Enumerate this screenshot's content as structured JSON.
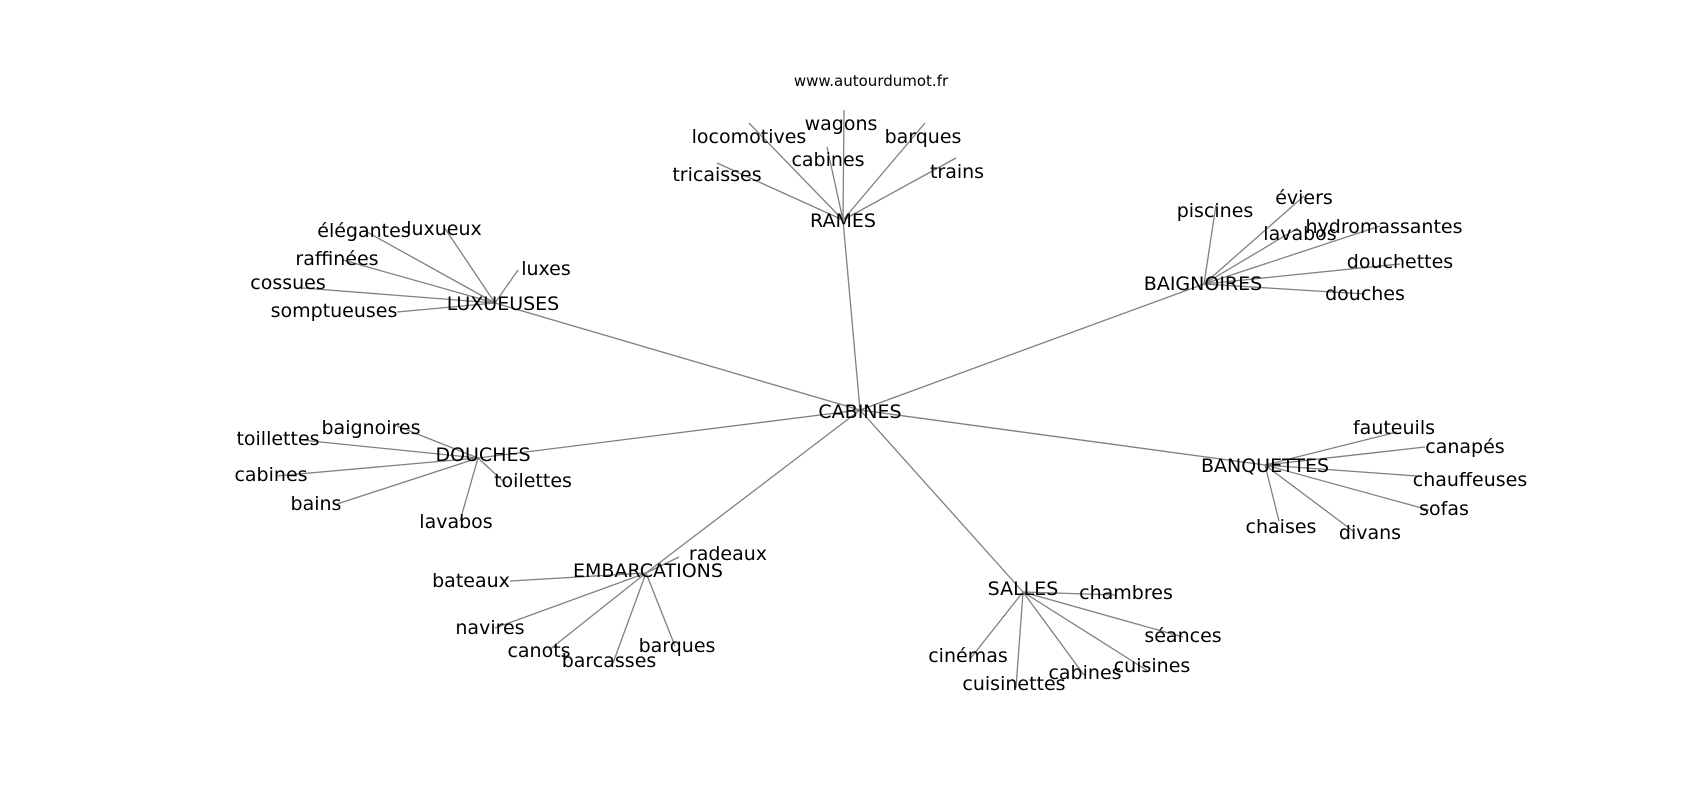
{
  "site": "www.autourdumot.fr",
  "colors": {
    "edge": "#808080",
    "text": "#000000",
    "background": "#ffffff"
  },
  "graph": {
    "center": "CABINES",
    "hubs": [
      {
        "id": "RAMES",
        "label": "RAMES",
        "leaves": [
          "locomotives",
          "wagons",
          "barques",
          "cabines",
          "tricaisses",
          "trains"
        ]
      },
      {
        "id": "BAIGNOIRES",
        "label": "BAIGNOIRES",
        "leaves": [
          "piscines",
          "éviers",
          "lavabos",
          "hydromassantes",
          "douchettes",
          "douches"
        ]
      },
      {
        "id": "LUXUEUSES",
        "label": "LUXUEUSES",
        "leaves": [
          "élégantes",
          "luxueux",
          "raffinées",
          "luxes",
          "cossues",
          "somptueuses"
        ]
      },
      {
        "id": "DOUCHES",
        "label": "DOUCHES",
        "leaves": [
          "baignoires",
          "toillettes",
          "cabines",
          "toilettes",
          "bains",
          "lavabos"
        ]
      },
      {
        "id": "BANQUETTES",
        "label": "BANQUETTES",
        "leaves": [
          "fauteuils",
          "canapés",
          "chauffeuses",
          "sofas",
          "chaises",
          "divans"
        ]
      },
      {
        "id": "EMBARCATIONS",
        "label": "EMBARCATIONS",
        "leaves": [
          "radeaux",
          "bateaux",
          "navires",
          "canots",
          "barcasses",
          "barques"
        ]
      },
      {
        "id": "SALLES",
        "label": "SALLES",
        "leaves": [
          "chambres",
          "séances",
          "cinémas",
          "cuisines",
          "cabines",
          "cuisinettes"
        ]
      }
    ]
  }
}
